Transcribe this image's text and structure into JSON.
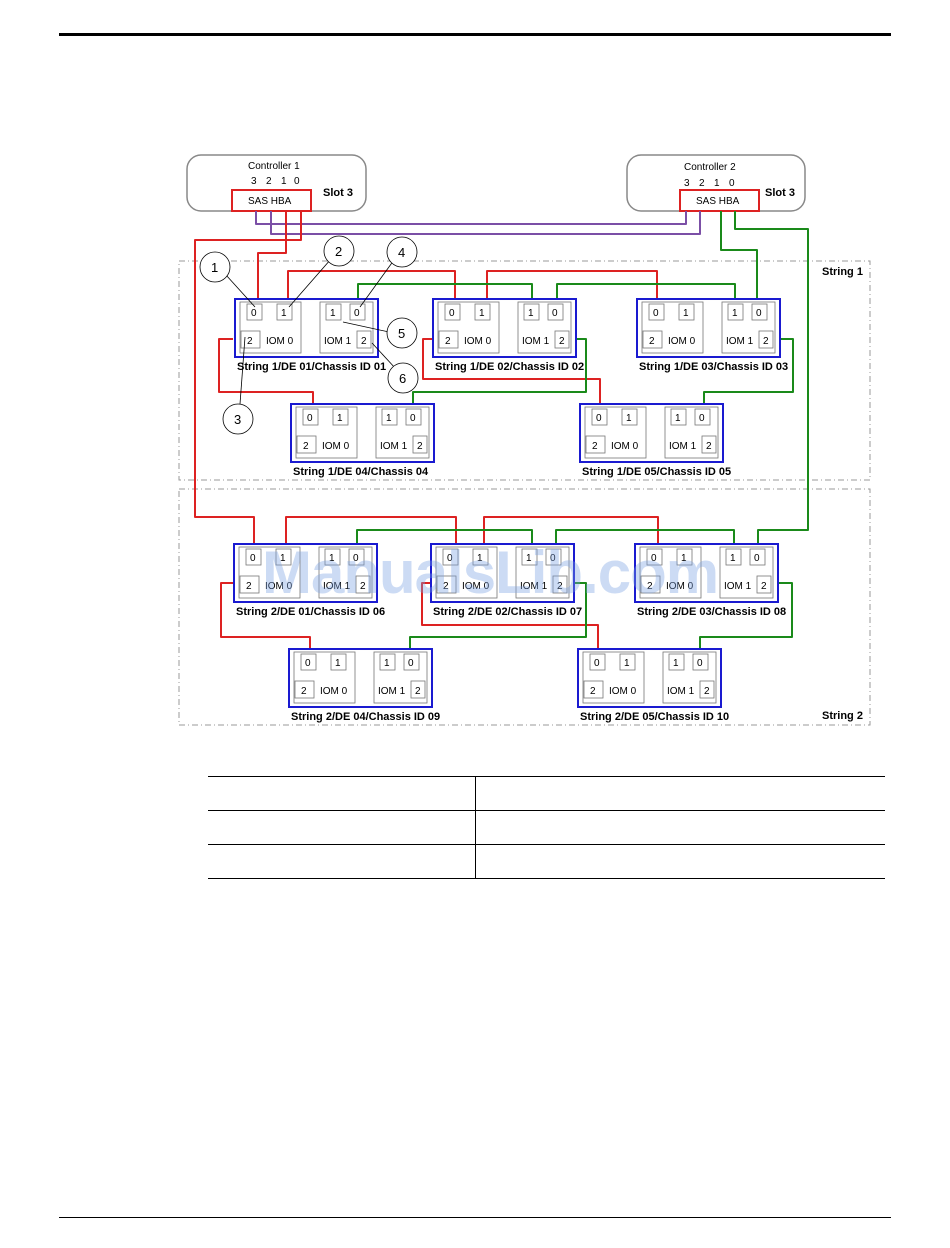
{
  "controllers": [
    {
      "name": "Controller 1",
      "ports": [
        "3",
        "2",
        "1",
        "0"
      ],
      "hba": "SAS HBA",
      "slot": "Slot 3"
    },
    {
      "name": "Controller 2",
      "ports": [
        "3",
        "2",
        "1",
        "0"
      ],
      "hba": "SAS HBA",
      "slot": "Slot 3"
    }
  ],
  "strings": [
    "String 1",
    "String 2"
  ],
  "iom_labels": {
    "iom0": "IOM 0",
    "iom1": "IOM 1",
    "p0": "0",
    "p1": "1",
    "p2": "2"
  },
  "enclosures": [
    {
      "label": "String 1/DE  01/Chassis ID 01",
      "iom1_order": [
        "1",
        "0"
      ]
    },
    {
      "label": "String 1/DE 02/Chassis ID 02",
      "iom1_order": [
        "1",
        "0"
      ]
    },
    {
      "label": "String 1/DE 03/Chassis ID 03",
      "iom1_order": [
        "1",
        "0"
      ]
    },
    {
      "label": "String 1/DE 04/Chassis 04",
      "iom1_order": [
        "1",
        "0"
      ]
    },
    {
      "label": "String 1/DE 05/Chassis ID 05",
      "iom1_order": [
        "1",
        "0"
      ]
    },
    {
      "label": "String 2/DE  01/Chassis ID 06",
      "iom1_order": [
        "1",
        "0"
      ]
    },
    {
      "label": "String 2/DE 02/Chassis ID 07",
      "iom1_order": [
        "1",
        "0"
      ]
    },
    {
      "label": "String 2/DE 03/Chassis ID 08",
      "iom1_order": [
        "1",
        "0"
      ]
    },
    {
      "label": "String 2/DE 04/Chassis ID 09",
      "iom1_order": [
        "1",
        "0"
      ]
    },
    {
      "label": "String 2/DE 05/Chassis ID 10",
      "iom1_order": [
        "1",
        "0"
      ]
    }
  ],
  "callouts": [
    "1",
    "2",
    "3",
    "4",
    "5",
    "6"
  ],
  "watermark": "ManualsLib.com",
  "colors": {
    "red": "#dd2222",
    "green": "#1a8a1a",
    "purple": "#7b4fa6",
    "enclosure_border": "#1a1ad0",
    "hba_border": "#dd2222"
  },
  "legend_rows": [
    [
      "",
      ""
    ],
    [
      "",
      ""
    ],
    [
      "",
      ""
    ]
  ]
}
